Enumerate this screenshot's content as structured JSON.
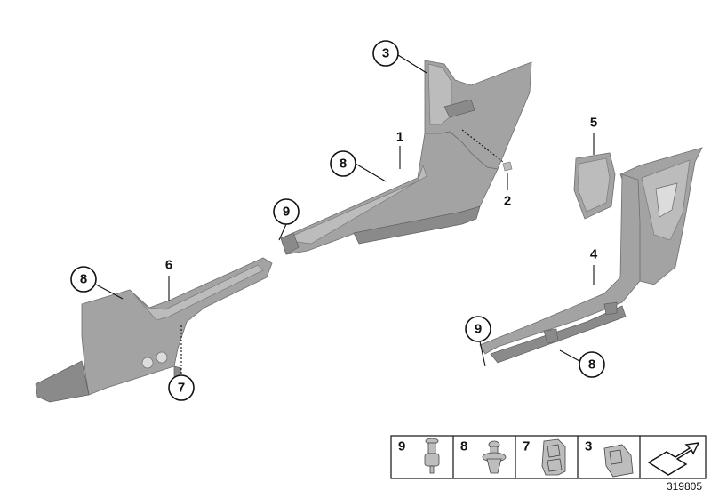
{
  "callouts": {
    "c3_top": "3",
    "c1": "1",
    "c8_mid": "8",
    "c2": "2",
    "c9_mid": "9",
    "c5": "5",
    "c4": "4",
    "c8_left": "8",
    "c6": "6",
    "c7": "7",
    "c9_right": "9",
    "c8_right": "8"
  },
  "legend": {
    "items": [
      {
        "number": "9",
        "part": "push-rivet"
      },
      {
        "number": "8",
        "part": "expanding-rivet"
      },
      {
        "number": "7",
        "part": "clip"
      },
      {
        "number": "3",
        "part": "clamp"
      },
      {
        "number": "",
        "part": "arrow-symbol"
      }
    ]
  },
  "diagram_id": "319805"
}
